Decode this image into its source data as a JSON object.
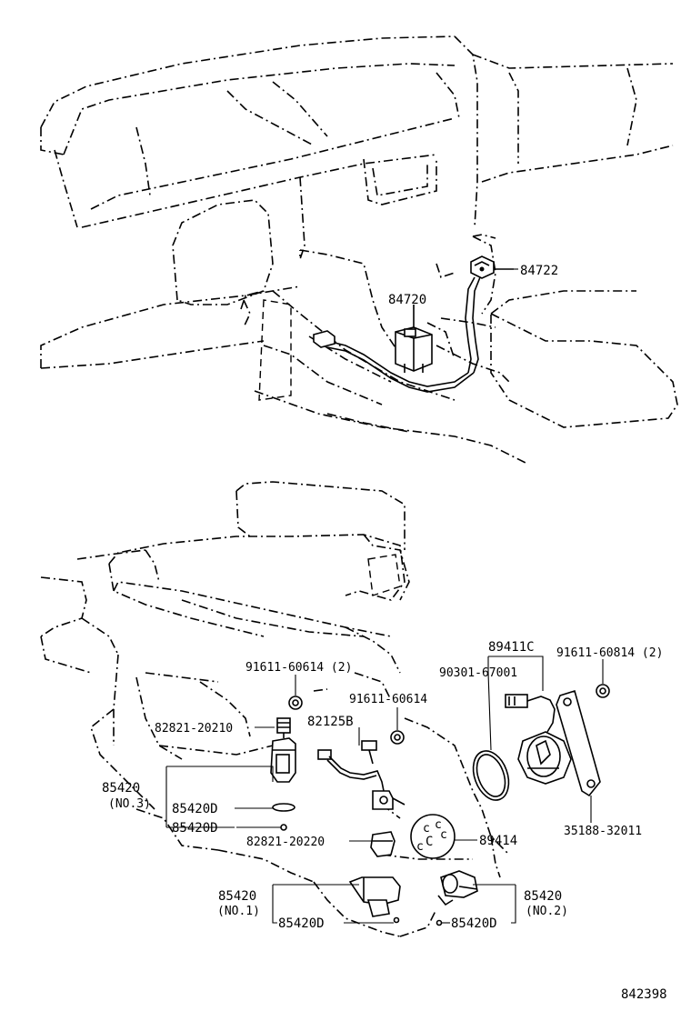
{
  "labels": {
    "p84722": "84722",
    "p84720": "84720",
    "p91611_60614_2": "91611-60614 (2)",
    "p91611_60614": "91611-60614",
    "p89411c": "89411C",
    "p90301_67001": "90301-67001",
    "p91611_60814_2": "91611-60814 (2)",
    "p82821_20210": "82821-20210",
    "p82125b": "82125B",
    "p85420_no3": "85420",
    "no3": "(NO.3)",
    "p85420d_a": "85420D",
    "p85420d_b": "85420D",
    "p35188_32011": "35188-32011",
    "p82821_20220": "82821-20220",
    "p89414": "89414",
    "p85420_no1": "85420",
    "no1": "(NO.1)",
    "p85420d_c": "85420D",
    "p85420_no2": "85420",
    "no2": "(NO.2)",
    "p85420d_d": "85420D",
    "figure_ref": "842398"
  }
}
